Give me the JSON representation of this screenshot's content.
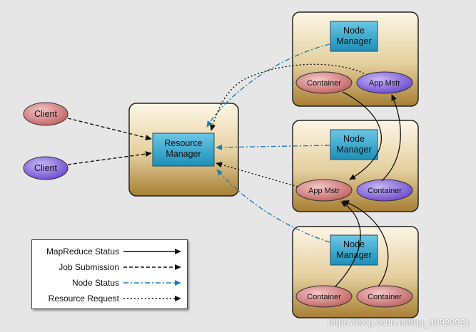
{
  "nodes": {
    "resource_manager": "Resource\nManager",
    "node_manager": "Node\nManager",
    "client": "Client",
    "container": "Container",
    "app_mstr": "App Mstr"
  },
  "legend": {
    "mapreduce_status": "MapReduce Status",
    "job_submission": "Job Submission",
    "node_status": "Node Status",
    "resource_request": "Resource Request"
  },
  "colors": {
    "panel_top": "#fbf2dd",
    "panel_bottom": "#b48c3c",
    "manager_box": "#2aa3c9",
    "client_red": "#d07878",
    "client_blue": "#7a5ad6",
    "node_status_line": "#1f7fb5"
  },
  "watermark": "https://blog.csdn.net/qq_40929921"
}
